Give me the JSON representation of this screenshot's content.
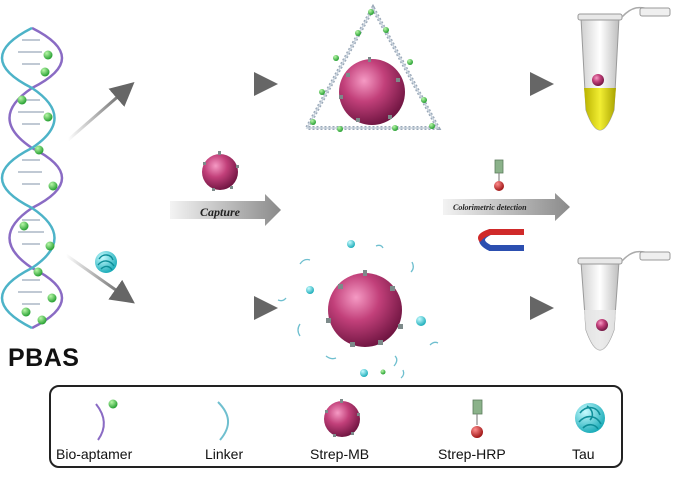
{
  "title": "PBAS",
  "arrows": {
    "capture_label": "Capture",
    "colorimetric_label": "Colorimetric detection"
  },
  "legend": {
    "items": [
      {
        "label": "Bio-aptamer",
        "icon": "bio-aptamer-icon"
      },
      {
        "label": "Linker",
        "icon": "linker-icon"
      },
      {
        "label": "Strep-MB",
        "icon": "strep-mb-icon"
      },
      {
        "label": "Strep-HRP",
        "icon": "strep-hrp-icon"
      },
      {
        "label": "Tau",
        "icon": "tau-icon"
      }
    ]
  },
  "colors": {
    "bead": "#c2407a",
    "bead_dark": "#8a1f52",
    "aptamer_ball": "#2fc23a",
    "tau": "#2fd5de",
    "hrp_red": "#c81d1d",
    "hrp_green": "#8bb28a",
    "positive_solution": "#e4e21b",
    "magnet_red": "#d02a2a",
    "magnet_blue": "#2c4fb0",
    "dna_purple": "#8a6bc4",
    "dna_teal": "#4db3c8"
  }
}
